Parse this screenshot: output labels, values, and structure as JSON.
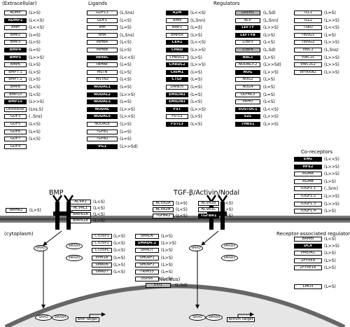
{
  "labels": {
    "extracellular": "(Extracellular)",
    "ligands": "Ligands",
    "regulators": "Regulators",
    "coreceptors": "Co-receptors",
    "bmp": "BMP",
    "tgfb": "TGF-β/Activin/Nodal",
    "cytoplasm": "(cytoplasm)",
    "receptor_regulators": "Receptor-associated regulators",
    "nucleus": "(Nucleus)"
  },
  "smads": {
    "cyto_bmp_left": "SMAD",
    "cyto_bmp_right_1": "SMAD4",
    "cyto_bmp_right_2": "SMAD5",
    "cyto_tgfb_left": "SMAD",
    "cyto_tgfb_right_1": "SMAD4",
    "cyto_tgfb_right_2": "SMAD3",
    "nuc_bmp_1": "SMAD",
    "nuc_bmp_2": "SMAD4",
    "nuc_tgfb_1": "SMAD",
    "nuc_tgfb_2": "SMAD4"
  },
  "targets": {
    "bmp": "BMP target",
    "tgfb": "Activin target"
  },
  "gene_boxes": [
    {
      "g": "ADMP",
      "e": "(L>S)",
      "s": "w"
    },
    {
      "g": "ADMP2",
      "e": "(L<<S)",
      "s": "b"
    },
    {
      "g": "AMH",
      "e": "(L<<S)",
      "s": "w"
    },
    {
      "g": "BMP2",
      "e": "(L=S)",
      "s": "w"
    },
    {
      "g": "BMP3",
      "e": "(L>S)",
      "s": "w"
    },
    {
      "g": "BMP4",
      "e": "(L=S)",
      "s": "b"
    },
    {
      "g": "BMP5",
      "e": "(L>>S)",
      "s": "b"
    },
    {
      "g": "BMP6",
      "e": "(L>S)",
      "s": "w"
    },
    {
      "g": "BMP7.1",
      "e": "(L>S)",
      "s": "w"
    },
    {
      "g": "BMP7.2",
      "e": "(L>S)",
      "s": "w"
    },
    {
      "g": "BMP8",
      "e": "(L<S)",
      "s": "w"
    },
    {
      "g": "BMP10",
      "e": "(L<S)",
      "s": "w"
    },
    {
      "g": "BMP15",
      "e": "(L>>S)",
      "s": "b"
    },
    {
      "g": "DERRIERE",
      "e": "(Lns,S)",
      "s": "w"
    },
    {
      "g": "GDF3",
      "e": "(..Sns)",
      "s": "w"
    },
    {
      "g": "GDF5",
      "e": "(L<S)",
      "s": "w"
    },
    {
      "g": "GDF6",
      "e": "(L=S)",
      "s": "w"
    },
    {
      "g": "GDF7",
      "e": "(L<S)",
      "s": "w"
    },
    {
      "g": "GDF9",
      "e": "",
      "s": "w"
    },
    {
      "g": "GDF11",
      "e": "(L,Sns)",
      "s": "w"
    },
    {
      "g": "GDF1",
      "e": "(L<S)",
      "s": "w"
    },
    {
      "g": "IHH",
      "e": "(L=S)",
      "s": "w"
    },
    {
      "g": "NHA",
      "e": "(L,Sns)",
      "s": "w"
    },
    {
      "g": "INHBA",
      "e": "(L<S)",
      "s": "w"
    },
    {
      "g": "INHBB",
      "e": "(L>S)",
      "s": "w"
    },
    {
      "g": "INHBC",
      "e": "(L<<S)",
      "s": "b"
    },
    {
      "g": "INHBE",
      "e": "(L=S)",
      "s": "w"
    },
    {
      "g": "MSTN",
      "e": "(L>S)",
      "s": "w"
    },
    {
      "g": "MSTN2",
      "e": "(L<S)",
      "s": "w"
    },
    {
      "g": "NODAL1",
      "e": "(L=S)",
      "s": "b"
    },
    {
      "g": "NODAL2",
      "e": "(L>>S)",
      "s": "b"
    },
    {
      "g": "NODAL3",
      "e": "(L=S)",
      "s": "b"
    },
    {
      "g": "NODAL",
      "e": "(L>>S)",
      "s": "b"
    },
    {
      "g": "NODAL5",
      "e": "(L>>S)",
      "s": "b"
    },
    {
      "g": "NODAL6",
      "e": "(L>S)",
      "s": "w"
    },
    {
      "g": "TGFB1",
      "e": "(L=S)",
      "s": "w"
    },
    {
      "g": "TGFB2",
      "e": "(L=S)",
      "s": "w"
    },
    {
      "g": "VG1",
      "e": "(L>>Sd)",
      "s": "b"
    },
    {
      "g": "A2M",
      "e": "(L<<S)",
      "s": "b"
    },
    {
      "g": "AMN",
      "e": "(L,Snn)",
      "s": "w"
    },
    {
      "g": "BMP1",
      "e": "(L=S)",
      "s": "w"
    },
    {
      "g": "BMPER",
      "e": "(L>S)",
      "s": "w"
    },
    {
      "g": "CER1",
      "e": "(L<<S)",
      "s": "b"
    },
    {
      "g": "CHRD",
      "e": "(L>>S)",
      "s": "b"
    },
    {
      "g": "CHRDL1",
      "e": "(L>S)",
      "s": "w"
    },
    {
      "g": "CHRDL2",
      "e": "(L>>S)",
      "s": "b"
    },
    {
      "g": "CRIM1",
      "e": "(L=S)",
      "s": "b"
    },
    {
      "g": "CTGF",
      "e": "(L=S)",
      "s": "b"
    },
    {
      "g": "DAND5",
      "e": "(L=S)",
      "s": "w"
    },
    {
      "g": "EMILIN1",
      "e": "(L=S)",
      "s": "b"
    },
    {
      "g": "EMILIN3",
      "e": "(L<S)",
      "s": "b"
    },
    {
      "g": "FST",
      "e": "(L>>S)",
      "s": "b"
    },
    {
      "g": "FSTL1",
      "e": "(L>S)",
      "s": "w"
    },
    {
      "g": "FSTL3",
      "e": "(L<S)",
      "s": "b"
    },
    {
      "g": "GREM1",
      "e": "(L,Sd)",
      "s": "g"
    },
    {
      "g": "KCP",
      "e": "(L,Snn)",
      "s": "w"
    },
    {
      "g": "LEFTY",
      "e": "(L>>S)",
      "s": "b"
    },
    {
      "g": "LEFTYB",
      "e": "(L>S)",
      "s": "b"
    },
    {
      "g": "LTBP3",
      "e": "(L<S)",
      "s": "w"
    },
    {
      "g": "LTBP4",
      "e": "(L,Sd)",
      "s": "g"
    },
    {
      "g": "NBL1",
      "e": "(L>S)",
      "s": "b"
    },
    {
      "g": "NODAL3.2",
      "e": "(L>>Sd)",
      "s": "w"
    },
    {
      "g": "NOG",
      "e": "(L>>S)",
      "s": "b"
    },
    {
      "g": "NOG2",
      "e": "(L>S)",
      "s": "w"
    },
    {
      "g": "NOG4",
      "e": "(L=S)",
      "s": "w"
    },
    {
      "g": "OLFML3",
      "e": "(L=S)",
      "s": "w"
    },
    {
      "g": "PKHD",
      "e": "(L<S)",
      "s": "w"
    },
    {
      "g": "SOSTDC1",
      "e": "(L<<S)",
      "s": "b"
    },
    {
      "g": "SZL",
      "e": "(L>>S)",
      "s": "b"
    },
    {
      "g": "THBS1",
      "e": "(L>>S)",
      "s": "b"
    },
    {
      "g": "TLL1",
      "e": "(L=S)",
      "s": "w"
    },
    {
      "g": "TLL2",
      "e": "(L>>S)",
      "s": "w"
    },
    {
      "g": "TSKU",
      "e": "(L<<S)",
      "s": "w"
    },
    {
      "g": "TWSG1",
      "e": "(L=S)",
      "s": "w"
    },
    {
      "g": "TWSG2",
      "e": "(L>>S)",
      "s": "w"
    },
    {
      "g": "VWC2",
      "e": "(L,Sns)",
      "s": "w"
    },
    {
      "g": "VWC2L",
      "e": "(L>>S)",
      "s": "w"
    },
    {
      "g": "VWC2L2",
      "e": "(L>>S)",
      "s": "w"
    },
    {
      "g": "WFIKKN2",
      "e": "(L>>S)",
      "s": "w"
    },
    {
      "g": "ENG",
      "e": "(L<<S)",
      "s": "b"
    },
    {
      "g": "HFE2",
      "e": "(L>>S)",
      "s": "b"
    },
    {
      "g": "RGMA",
      "e": "(L>>S)",
      "s": "w"
    },
    {
      "g": "RGMB",
      "e": "(L>S)",
      "s": "w"
    },
    {
      "g": "TDGF1.1",
      "e": "(..Snn)",
      "s": "w"
    },
    {
      "g": "TDGF1.2",
      "e": "(L>>S)",
      "s": "w"
    },
    {
      "g": "TDGF1.3",
      "e": "(L>>S)",
      "s": "w"
    },
    {
      "g": "TDGF1.4",
      "e": "(L>S)",
      "s": "w"
    },
    {
      "g": "ACVR1",
      "e": "(L<S)",
      "s": "w"
    },
    {
      "g": "ACVRL1",
      "e": "(L<S)",
      "s": "w"
    },
    {
      "g": "BMPR1A",
      "e": "(L<S)",
      "s": "w"
    },
    {
      "g": "BMPR1B",
      "e": "(L>S)",
      "s": "w"
    },
    {
      "g": "AMHR2",
      "e": "(L>S)",
      "s": "w"
    },
    {
      "g": "ACVR2A",
      "e": "(L=S)",
      "s": "w"
    },
    {
      "g": "ACVR2B",
      "e": "(L<S)",
      "s": "w"
    },
    {
      "g": "TGFBR2",
      "e": "(L<S)",
      "s": "w"
    },
    {
      "g": "ACVR1B",
      "e": "(L<S)",
      "s": "w"
    },
    {
      "g": "ACVR1C",
      "e": "(L>S)",
      "s": "w"
    },
    {
      "g": "TGFBR1",
      "e": "(L<S)",
      "s": "b"
    },
    {
      "g": "CTDSP1",
      "e": "(L>S)",
      "s": "w"
    },
    {
      "g": "CTDSP2",
      "e": "(L<S)",
      "s": "w"
    },
    {
      "g": "CTDSPL",
      "e": "(L<S)",
      "s": "w"
    },
    {
      "g": "PPM1A",
      "e": "(L=S)",
      "s": "w"
    },
    {
      "g": "SMAD6",
      "e": "(L>S)",
      "s": "w"
    },
    {
      "g": "SMAD7",
      "e": "(L<S)",
      "s": "w"
    },
    {
      "g": "SMAD6",
      "e": "(L=S)",
      "s": "w"
    },
    {
      "g": "SMAD6.2",
      "e": "(L>>S)",
      "s": "b"
    },
    {
      "g": "SMAD7",
      "e": "(L>S)",
      "s": "w"
    },
    {
      "g": "SMURF1",
      "e": "(L>S)",
      "s": "w"
    },
    {
      "g": "SMURF2",
      "e": "(L>S)",
      "s": "w"
    },
    {
      "g": "TRIM33",
      "e": "(L=S)",
      "s": "w"
    },
    {
      "g": "USP9X",
      "e": "(L<S)",
      "s": "w"
    },
    {
      "g": "BAMBI",
      "e": "(L<S)",
      "s": "w"
    },
    {
      "g": "DCX",
      "e": "(L>>S)",
      "s": "b"
    },
    {
      "g": "PMEPA1",
      "e": "(L>S)",
      "s": "w"
    },
    {
      "g": "ZFYVE9",
      "e": "(L>S)",
      "s": "w"
    },
    {
      "g": "ZFYVE16",
      "e": "(L>S)",
      "s": "w"
    },
    {
      "g": "EVI1",
      "e": "(L,Sd)",
      "s": "g"
    },
    {
      "g": "LMO3",
      "e": "(L=S)",
      "s": "w"
    }
  ]
}
